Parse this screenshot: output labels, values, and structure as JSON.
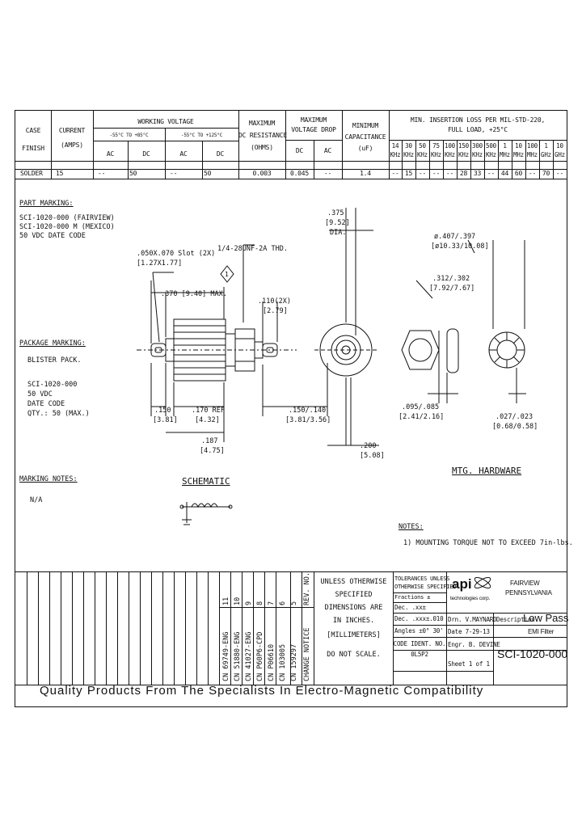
{
  "header": {
    "case_finish": [
      "CASE",
      "FINISH"
    ],
    "current": [
      "CURRENT",
      "(AMPS)"
    ],
    "working_voltage": "WORKING VOLTAGE",
    "range1": "-55°C TO +85°C",
    "range2": "-55°C TO +125°C",
    "wv_sub": [
      "AC",
      "DC",
      "AC",
      "DC"
    ],
    "max_dc_res": [
      "MAXIMUM",
      "DC RESISTANCE",
      "(OHMS)"
    ],
    "max_vdrop": [
      "MAXIMUM",
      "VOLTAGE DROP"
    ],
    "vdrop_sub": [
      "DC",
      "AC"
    ],
    "min_cap": [
      "MINIMUM",
      "CAPACITANCE",
      "(uF)"
    ],
    "insertion_loss": [
      "MIN. INSERTION LOSS PER MIL-STD-220,",
      "FULL LOAD, +25°C"
    ],
    "freq_top": [
      "14",
      "30",
      "50",
      "75",
      "100",
      "150",
      "300",
      "500",
      "1",
      "10",
      "100",
      "1",
      "10"
    ],
    "freq_bot": [
      "KHz",
      "KHz",
      "KHz",
      "KHz",
      "KHz",
      "KHz",
      "KHz",
      "KHz",
      "MHz",
      "MHz",
      "MHz",
      "GHz",
      "GHz"
    ]
  },
  "row": {
    "finish": "SOLDER",
    "current": "15",
    "wv": [
      "--",
      "50",
      "--",
      "50"
    ],
    "resistance": "0.003",
    "vdrop": [
      "0.045",
      "--"
    ],
    "cap": "1.4",
    "loss": [
      "--",
      "15",
      "--",
      "--",
      "--",
      "28",
      "33",
      "--",
      "44",
      "60",
      "--",
      "70",
      "--"
    ]
  },
  "part_marking": {
    "title": "PART MARKING:",
    "lines": [
      "SCI-1020-000 (FAIRVIEW)",
      "SCI-1020-000 M (MEXICO)",
      "50 VDC DATE CODE"
    ]
  },
  "package_marking": {
    "title": "PACKAGE MARKING:",
    "lines": [
      "BLISTER PACK.",
      "",
      "SCI-1020-000",
      "50 VDC",
      "DATE CODE",
      "QTY.: 50 (MAX.)"
    ]
  },
  "marking_notes": {
    "title": "MARKING NOTES:",
    "value": "N/A"
  },
  "schematic_title": "SCHEMATIC",
  "mtg_hardware": "MTG. HARDWARE",
  "notes": {
    "title": "NOTES:",
    "line": "1) MOUNTING TORQUE NOT TO EXCEED 7in-lbs."
  },
  "dims": {
    "slot": [
      ".050X.070 Slot (2X)",
      "[1.27X1.77]"
    ],
    "thread": "1/4-28UNF-2A THD.",
    "flag": "1",
    "max": ".370 [9.40] MAX.",
    "d110": [
      ".110(2X)",
      "[2.79]"
    ],
    "d375": [
      ".375",
      "[9.52]",
      "DIA."
    ],
    "d407": [
      "ø.407/.397",
      "[ø10.33/10.08]"
    ],
    "d312": [
      ".312/.302",
      "[7.92/7.67]"
    ],
    "d150": [
      ".150",
      "[3.81]"
    ],
    "d170": [
      ".170 REF",
      "[4.32]"
    ],
    "d187": [
      ".187",
      "[4.75]"
    ],
    "d150_140": [
      ".150/.140",
      "[3.81/3.56]"
    ],
    "d200": [
      ".200",
      "[5.08]"
    ],
    "d095": [
      ".095/.085",
      "[2.41/2.16]"
    ],
    "d027": [
      ".027/.023",
      "[0.68/0.58]"
    ]
  },
  "revisions": {
    "header": "REV. NO.",
    "change_notice": "CHANGE NOTICE",
    "rows": [
      {
        "no": "11",
        "cn": "CN 69749-ENG"
      },
      {
        "no": "10",
        "cn": "CN 51880-ENG"
      },
      {
        "no": "9",
        "cn": "CN 41027-ENG"
      },
      {
        "no": "8",
        "cn": "CN P60P6-CPD"
      },
      {
        "no": "7",
        "cn": "CN P06610"
      },
      {
        "no": "6",
        "cn": "CN 103005"
      },
      {
        "no": "5",
        "cn": "CN 159297"
      }
    ]
  },
  "unless": [
    "UNLESS OTHERWISE",
    "SPECIFIED",
    "DIMENSIONS ARE",
    "IN INCHES.",
    "[MILLIMETERS]",
    "DO NOT SCALE."
  ],
  "tolerances": {
    "head": [
      "TOLERANCES UNLESS",
      "OTHERWISE SPECIFIED"
    ],
    "lines": [
      "Fractions ±",
      "Dec. .xx±",
      "Dec. .xxx±.010",
      "Angles ±0° 30'"
    ],
    "code": [
      "CODE IDENT. NO.",
      "0L5P2"
    ]
  },
  "title_block": {
    "logo": "api",
    "logo_sub": "technologies corp.",
    "company": [
      "FAIRVIEW",
      "PENNSYLVANIA"
    ],
    "drn": "Drn. V.MAYNARD",
    "desc_label": "Description",
    "desc": "Low Pass",
    "desc2": "EMI Filter",
    "date": "Date  7-29-13",
    "engr": "Engr. B. DEVINE",
    "sheet": "Sheet 1 of 1",
    "part_no": "SCI-1020-000"
  },
  "footer": "Quality Products From The Specialists In Electro-Magnetic Compatibility"
}
